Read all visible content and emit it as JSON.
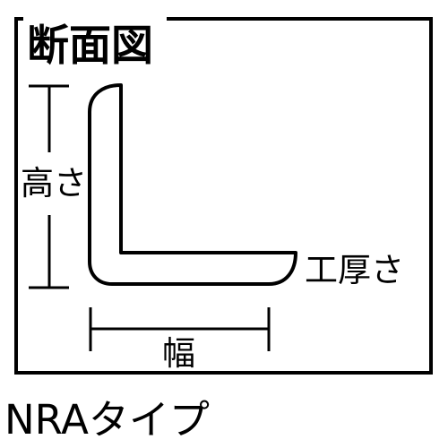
{
  "title": "断面図",
  "labels": {
    "height": "高さ",
    "thickness": "工厚さ",
    "width": "幅"
  },
  "caption": "NRAタイプ",
  "colors": {
    "stroke": "#000000",
    "background": "#ffffff"
  }
}
